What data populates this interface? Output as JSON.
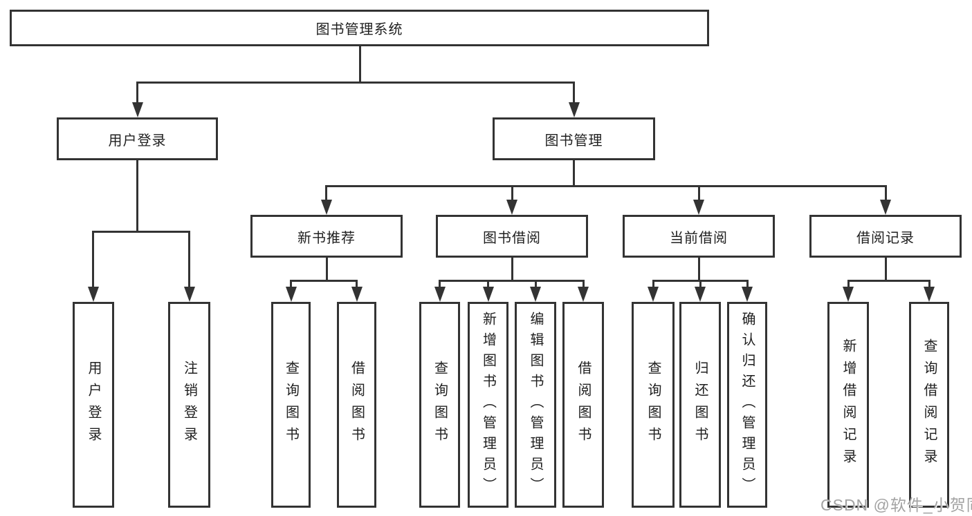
{
  "nodes": {
    "root": {
      "label": "图书管理系统"
    },
    "user_login": {
      "label": "用户登录"
    },
    "book_management": {
      "label": "图书管理"
    },
    "new_book_recommendation": {
      "label": "新书推荐"
    },
    "book_borrowing": {
      "label": "图书借阅"
    },
    "current_borrowing": {
      "label": "当前借阅"
    },
    "borrowing_records": {
      "label": "借阅记录"
    },
    "leaf_user_login": {
      "label": "用户登录"
    },
    "leaf_logout": {
      "label": "注销登录"
    },
    "leaf_query_books_recommend": {
      "label": "查询图书"
    },
    "leaf_borrow_books_recommend": {
      "label": "借阅图书"
    },
    "leaf_query_books_borrowing": {
      "label": "查询图书"
    },
    "leaf_add_books_admin": {
      "label": "新增图书（管理员）"
    },
    "leaf_edit_books_admin": {
      "label": "编辑图书（管理员）"
    },
    "leaf_borrow_books_borrowing": {
      "label": "借阅图书"
    },
    "leaf_query_books_current": {
      "label": "查询图书"
    },
    "leaf_return_books": {
      "label": "归还图书"
    },
    "leaf_confirm_return_admin": {
      "label": "确认归还（管理员）"
    },
    "leaf_add_borrowing_record": {
      "label": "新增借阅记录"
    },
    "leaf_query_borrowing_record": {
      "label": "查询借阅记录"
    }
  },
  "watermark": {
    "text": "CSDN @软件_小贺同学"
  },
  "colors": {
    "line": "#333333",
    "text": "#1f1f1f",
    "background": "#ffffff",
    "watermark": "#a3a3a3"
  }
}
